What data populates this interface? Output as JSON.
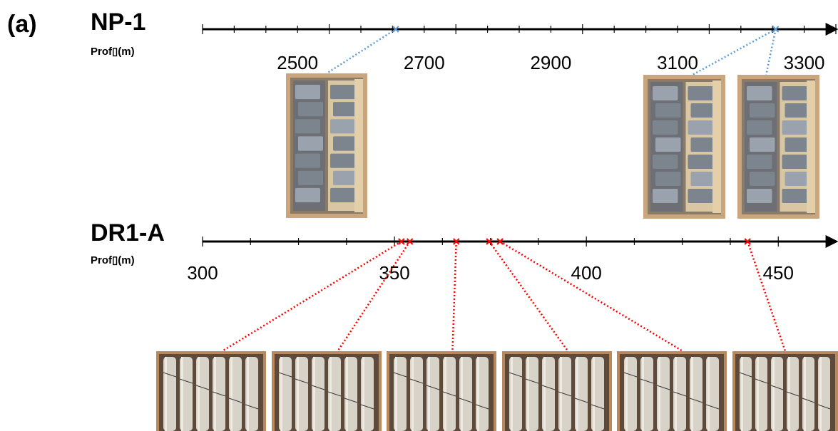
{
  "figure": {
    "panel_label": "(a)"
  },
  "tracks": [
    {
      "title": "NP-1",
      "depth_label": "Prof▯(m)",
      "axis": {
        "min": 2350,
        "max": 3350,
        "major_step": 200,
        "minor_step": 50
      },
      "tick_labels": [
        "2500",
        "2700",
        "2900",
        "3100",
        "3300"
      ],
      "tick_values": [
        2500,
        2700,
        2900,
        3100,
        3300
      ],
      "marker_style": "blue-x",
      "line_color": "#5b9bd5",
      "markers": [
        2655,
        3255
      ],
      "links": [
        {
          "marker": 0,
          "photo": 0
        },
        {
          "marker": 1,
          "photo": 1
        },
        {
          "marker": 1,
          "photo": 2
        }
      ],
      "photo_style": "box-open",
      "photos": [
        {
          "name": "core-photo-np1-2655"
        },
        {
          "name": "core-photo-np1-3255-a"
        },
        {
          "name": "core-photo-np1-3255-b"
        }
      ]
    },
    {
      "title": "DR1-A",
      "depth_label": "Prof▯(m)",
      "axis": {
        "min": 300,
        "max": 465,
        "major_step": 50,
        "minor_step": 12.5
      },
      "tick_labels": [
        "300",
        "350",
        "400",
        "450"
      ],
      "tick_values": [
        300,
        350,
        400,
        450
      ],
      "marker_style": "red-x",
      "line_color": "#ff0000",
      "markers": [
        351.8,
        354,
        366.1,
        374.7,
        377.5,
        442
      ],
      "links": [
        {
          "marker": 0,
          "photo": 0
        },
        {
          "marker": 1,
          "photo": 1
        },
        {
          "marker": 2,
          "photo": 2
        },
        {
          "marker": 3,
          "photo": 3
        },
        {
          "marker": 4,
          "photo": 4
        },
        {
          "marker": 5,
          "photo": 5
        }
      ],
      "photo_style": "core-rows",
      "photos": [
        {
          "name": "core-photo-dr1a-352"
        },
        {
          "name": "core-photo-dr1a-354"
        },
        {
          "name": "core-photo-dr1a-366"
        },
        {
          "name": "core-photo-dr1a-375"
        },
        {
          "name": "core-photo-dr1a-377"
        },
        {
          "name": "core-photo-dr1a-442"
        }
      ]
    }
  ]
}
